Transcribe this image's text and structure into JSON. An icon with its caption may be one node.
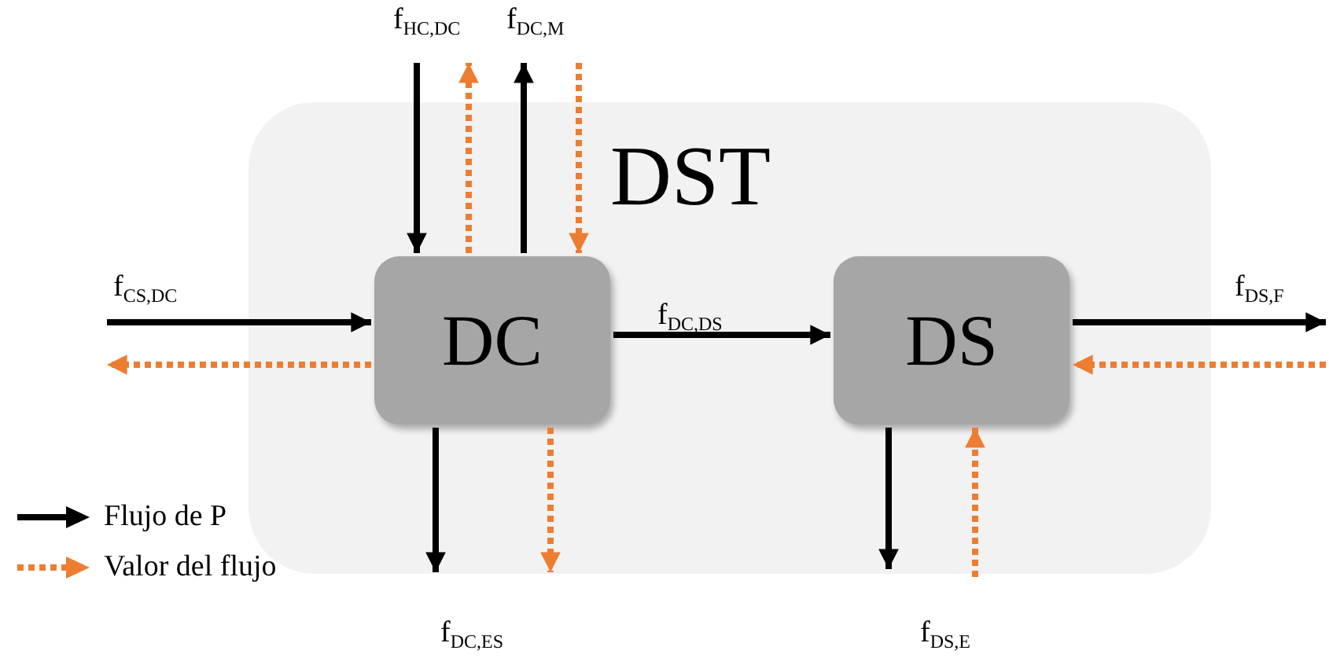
{
  "diagram": {
    "nodes": [
      {
        "text": [
          "DST"
        ]
      },
      {
        "text": [
          "DC"
        ],
        "in": 0
      },
      {
        "text": [
          "DS"
        ],
        "in": 0
      }
    ],
    "edges": [
      {
        "from": null,
        "to": 1,
        "arrow": "to",
        "label": "f$_{HC,DC}$"
      },
      {
        "from": 1,
        "to": null,
        "arrow": "to",
        "style": "dashed",
        "color": "#ed7d31"
      },
      {
        "from": 1,
        "to": null,
        "arrow": "to",
        "label": "f$_{DC,M}$"
      },
      {
        "from": null,
        "to": 1,
        "arrow": "to",
        "style": "dashed",
        "color": "#ed7d31"
      },
      {
        "from": null,
        "to": 1,
        "arrow": "to",
        "label": "f$_{CS,DC}$"
      },
      {
        "from": 1,
        "to": null,
        "arrow": "to",
        "style": "dashed",
        "color": "#ed7d31"
      },
      {
        "from": 1,
        "to": 2,
        "arrow": "to",
        "label": "f$_{DC,DS}$"
      },
      {
        "from": 1,
        "to": null,
        "arrow": "to",
        "label": "f$_{DC,ES}$"
      },
      {
        "from": 1,
        "to": null,
        "arrow": "to",
        "style": "dashed",
        "color": "#ed7d31"
      },
      {
        "from": 2,
        "to": null,
        "arrow": "to"
      },
      {
        "from": null,
        "to": 2,
        "arrow": "to",
        "style": "dashed",
        "color": "#ed7d31",
        "label": "f$_{DS,E}$"
      },
      {
        "from": 2,
        "to": null,
        "arrow": "to",
        "label": "f$_{DS,F}$"
      },
      {
        "from": null,
        "to": 2,
        "arrow": "to",
        "style": "dashed",
        "color": "#ed7d31"
      }
    ],
    "legend": [
      {
        "text": "Flujo de P"
      },
      {
        "text": "Valor del flujo"
      }
    ]
  }
}
